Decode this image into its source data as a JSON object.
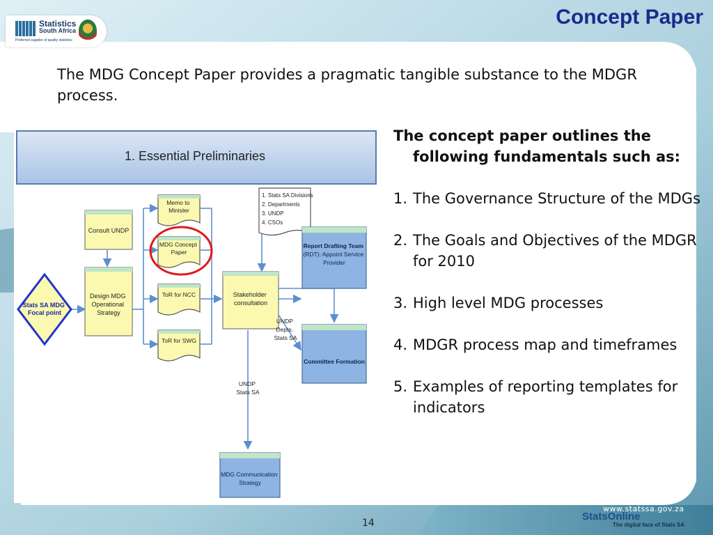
{
  "header": {
    "logo_line1": "Statistics",
    "logo_line2": "South Africa",
    "logo_tagline": "Preferred supplier of quality statistics",
    "title": "Concept Paper"
  },
  "intro_text": "The MDG Concept Paper provides a pragmatic tangible substance to the MDGR process.",
  "diagram": {
    "header": "1. Essential Preliminaries",
    "focal": [
      "Stats SA MDG",
      "Focal point"
    ],
    "consult": [
      "Consult UNDP"
    ],
    "design": [
      "Design MDG",
      "Operational",
      "Strategy"
    ],
    "memo": [
      "Memo to",
      "Minister"
    ],
    "concept": [
      "MDG Concept",
      "Paper"
    ],
    "tor_ncc": [
      "ToR for NCC"
    ],
    "tor_swg": [
      "ToR for SWG"
    ],
    "list": [
      "1. Stats SA Divisions",
      "2. Departments",
      "3. UNDP",
      "4. CSOs"
    ],
    "stakeholder": [
      "Stakeholder",
      "consultation"
    ],
    "rdt": [
      "Report Drafting Team",
      "(RDT): Appoint Service",
      "Provider"
    ],
    "undp_depts": [
      "UNDP",
      "Depts.",
      "Stats SA"
    ],
    "committee": [
      "Committee Formation"
    ],
    "undp_stats": [
      "UNDP",
      "Stats SA"
    ],
    "comms": [
      "MDG Communication",
      "Strategy"
    ]
  },
  "right_column": {
    "lead": "The concept paper outlines the following fundamentals such as:",
    "items": [
      {
        "num": "1.",
        "text": "The Governance Structure of the MDGs"
      },
      {
        "num": "2.",
        "text": "The Goals and Objectives of the MDGR for 2010"
      },
      {
        "num": "3.",
        "text": "High level MDG processes"
      },
      {
        "num": "4.",
        "text": "MDGR process map and timeframes"
      },
      {
        "num": "5.",
        "text": "Examples of reporting templates for indicators"
      }
    ]
  },
  "footer": {
    "url": "www.statssa.gov.za",
    "brand": "StatsOnline",
    "tagline": "The digital face of Stats SA",
    "page": "14"
  },
  "colors": {
    "title": "#1b2a8a",
    "focal_border": "#2233cc",
    "highlight_circle": "#e01818",
    "box_yellow": "#fbf9b0",
    "box_blue": "#8db4e2",
    "box_green": "#bfe6c6"
  }
}
